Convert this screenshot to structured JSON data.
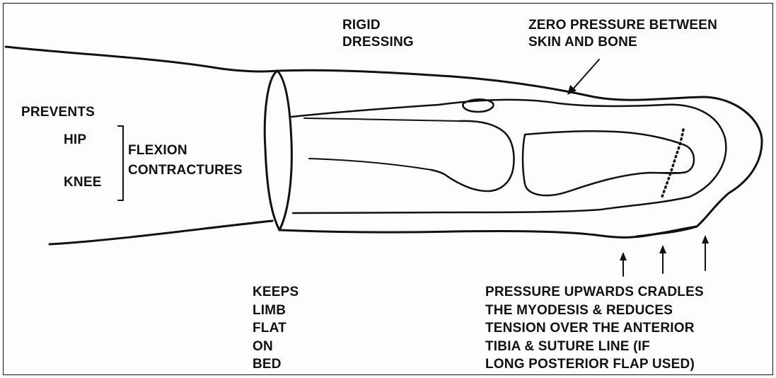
{
  "labels": {
    "rigid_dressing": [
      "RIGID",
      "DRESSING"
    ],
    "zero_pressure": [
      "ZERO PRESSURE BETWEEN",
      "SKIN AND BONE"
    ],
    "prevents": "PREVENTS",
    "hip": "HIP",
    "knee": "KNEE",
    "flexion": "FLEXION",
    "contractures": "CONTRACTURES",
    "keeps_limb": [
      "KEEPS",
      "LIMB",
      "FLAT",
      "ON",
      "BED"
    ],
    "pressure_upwards": [
      "PRESSURE UPWARDS CRADLES",
      "THE MYODESIS & REDUCES",
      "TENSION OVER THE ANTERIOR",
      "TIBIA & SUTURE LINE (IF",
      "LONG POSTERIOR FLAP USED)"
    ]
  },
  "colors": {
    "ink": "#111111",
    "background": "#fdfdfb"
  }
}
